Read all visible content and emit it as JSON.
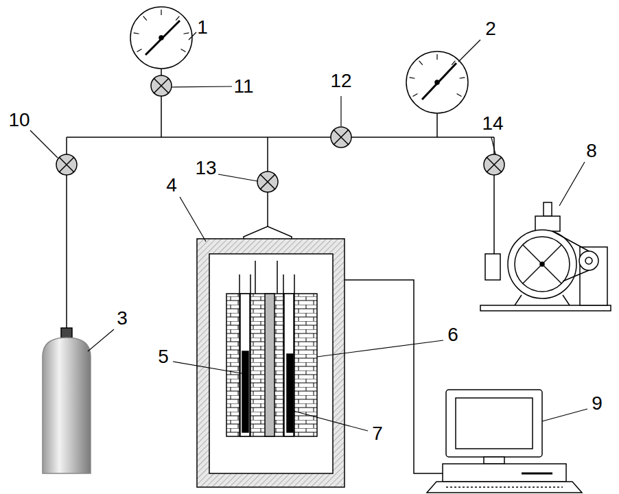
{
  "diagram": {
    "labels": [
      "1",
      "2",
      "11",
      "12",
      "10",
      "14",
      "8",
      "13",
      "4",
      "3",
      "6",
      "5",
      "9",
      "7"
    ]
  }
}
